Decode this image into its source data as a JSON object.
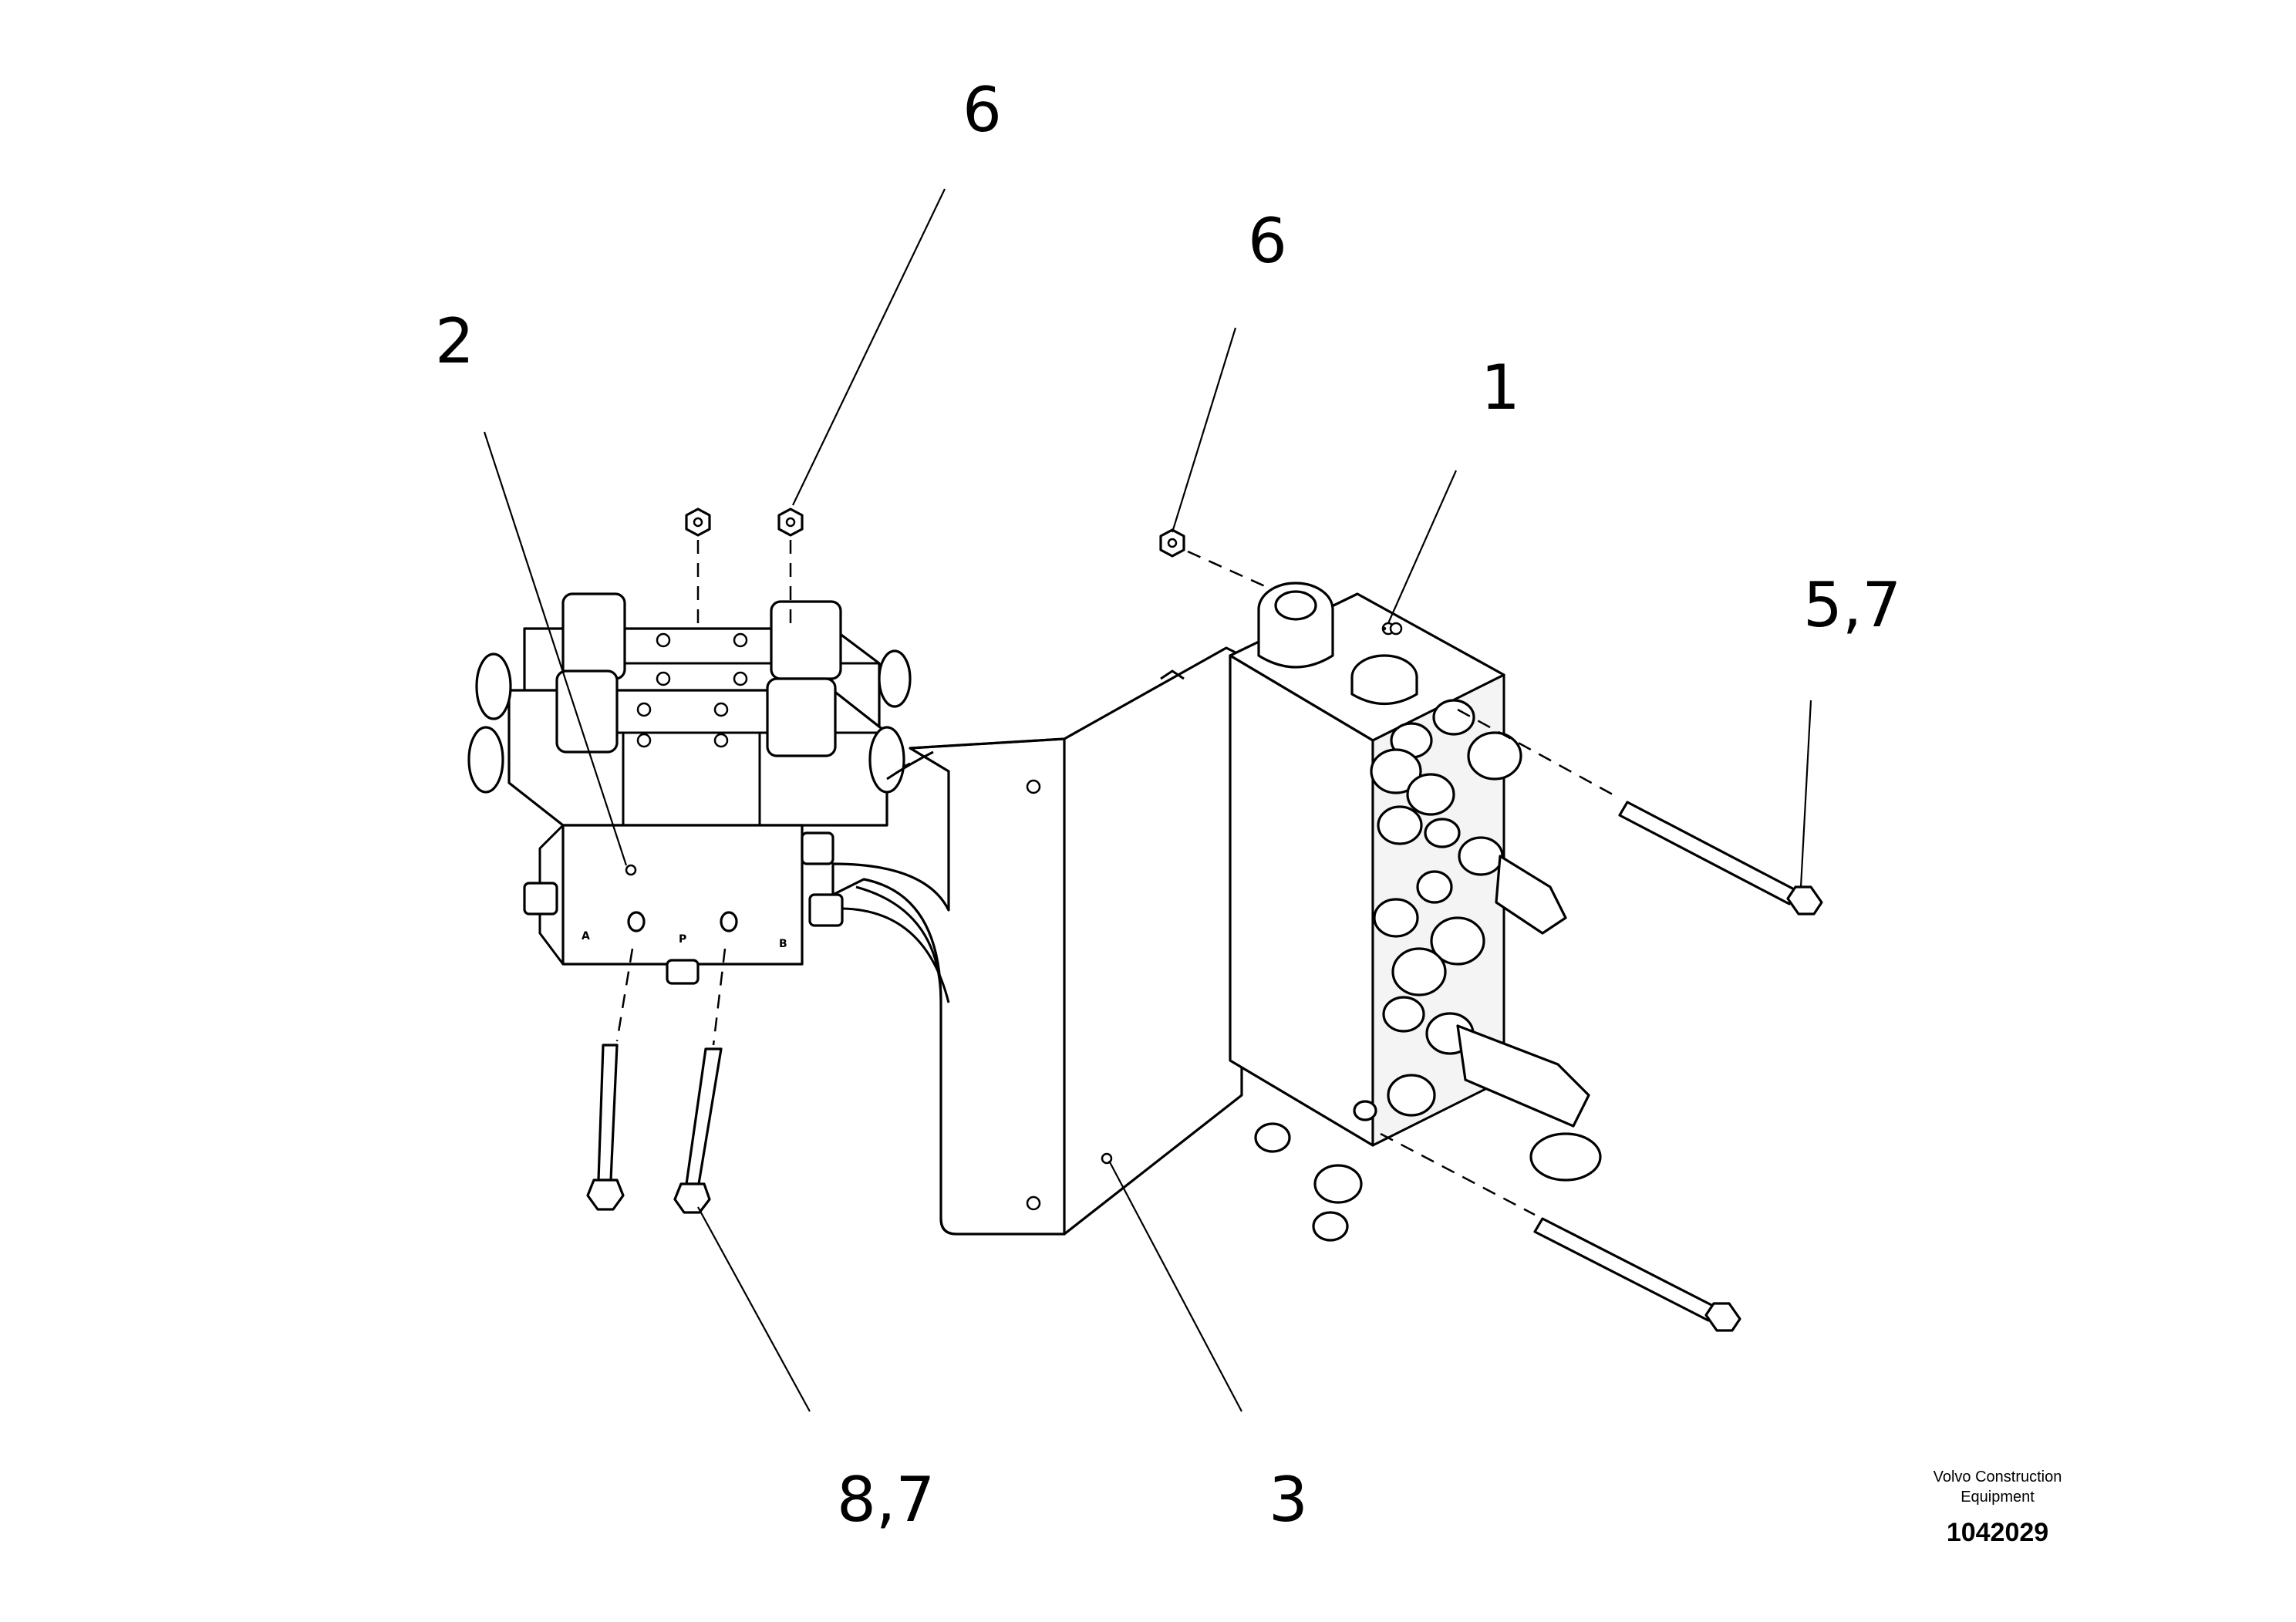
{
  "callouts": {
    "c1": "1",
    "c2": "2",
    "c3": "3",
    "c6_left": "6",
    "c6_right": "6",
    "c57": "5,7",
    "c87": "8,7"
  },
  "port_letters": {
    "a": "A",
    "p": "P",
    "b": "B"
  },
  "brand": {
    "line1": "Volvo Construction",
    "line2": "Equipment",
    "code": "1042029"
  }
}
